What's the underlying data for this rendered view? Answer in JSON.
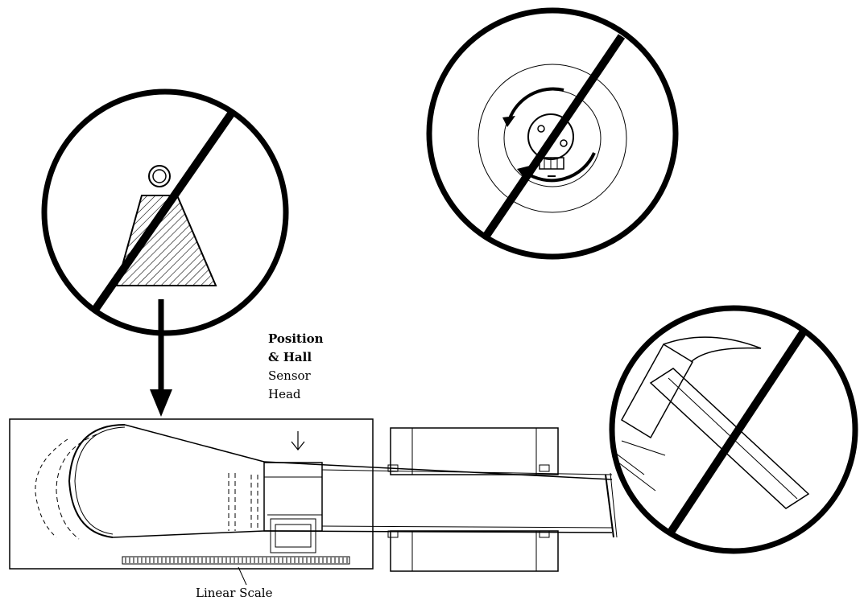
{
  "labels": {
    "position": "Position",
    "hall": "& Hall",
    "sensor": "Sensor",
    "head": "Head",
    "linear_scale": "Linear Scale"
  },
  "prohibitions": [
    {
      "icon": "no-weight-icon",
      "meaning": "weight"
    },
    {
      "icon": "no-rotation-icon",
      "meaning": "rotation"
    },
    {
      "icon": "no-hammer-icon",
      "meaning": "hammer"
    }
  ],
  "colors": {
    "ink": "#000000",
    "background": "#ffffff"
  }
}
